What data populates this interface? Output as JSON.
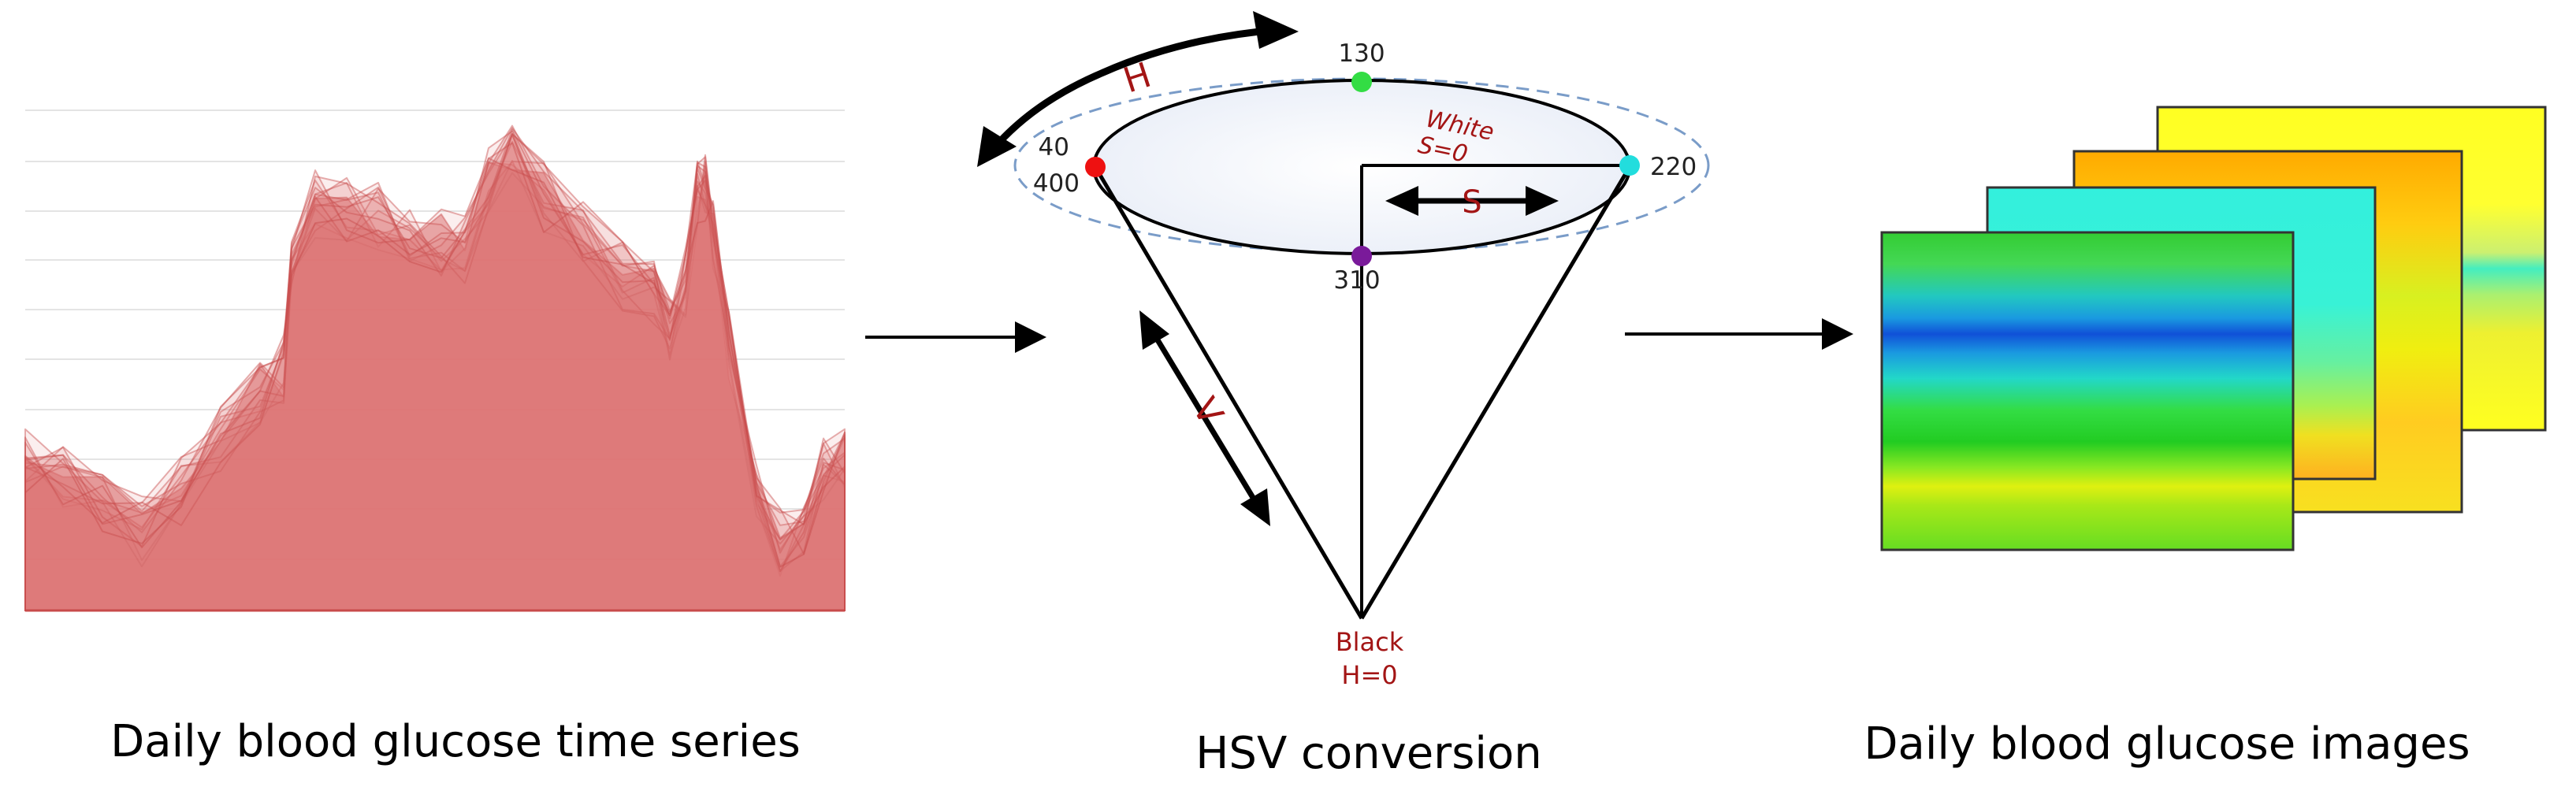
{
  "panels": {
    "time_series": {
      "caption": "Daily blood glucose time series"
    },
    "hsv": {
      "caption": "HSV conversion",
      "axis_labels": {
        "hue": "H",
        "saturation": "S",
        "value": "V"
      },
      "top_label_line1": "White",
      "top_label_line2": "S=0",
      "bottom_label_line1": "Black",
      "bottom_label_line2": "H=0",
      "hue_points": [
        {
          "label": "130",
          "color": "#33dd44"
        },
        {
          "label": "40",
          "color": "#ee1111"
        },
        {
          "label": "400",
          "color": "#ee1111"
        },
        {
          "label": "220",
          "color": "#22dddd"
        },
        {
          "label": "310",
          "color": "#7a1a9a"
        }
      ]
    },
    "images": {
      "caption": "Daily blood glucose images"
    }
  },
  "colors": {
    "series_fill": "#dd7777",
    "series_line": "#c84b4b",
    "label_red": "#a31515"
  }
}
